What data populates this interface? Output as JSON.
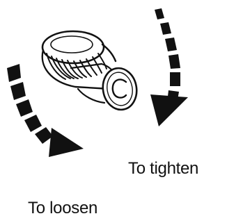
{
  "labels": {
    "tighten": "To tighten",
    "loosen": "To loosen"
  },
  "colors": {
    "ink": "#111111",
    "background": "#ffffff"
  },
  "icons": {
    "tighten_arrow": "curved-arrow-clockwise-down",
    "loosen_arrow": "curved-arrow-down-right",
    "knob": "ribbed-cylindrical-knob"
  }
}
